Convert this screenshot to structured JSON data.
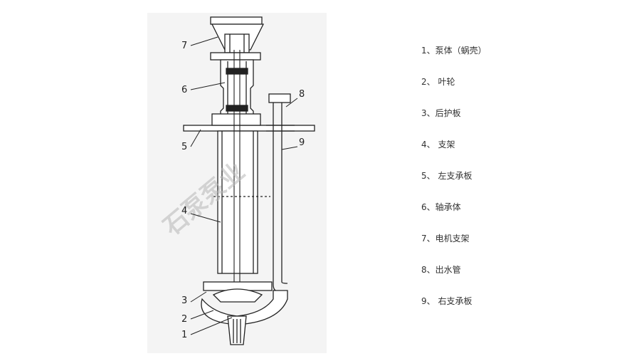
{
  "watermark": "石泵泵业",
  "callouts": [
    "1",
    "2",
    "3",
    "4",
    "5",
    "6",
    "7",
    "8",
    "9"
  ],
  "legend": [
    "1、泵体（蜗壳）",
    "2、 叶轮",
    "3、后护板",
    "4、 支架",
    "5、 左支承板",
    "6、轴承体",
    "7、电机支架",
    "8、出水管",
    "9、 右支承板"
  ]
}
